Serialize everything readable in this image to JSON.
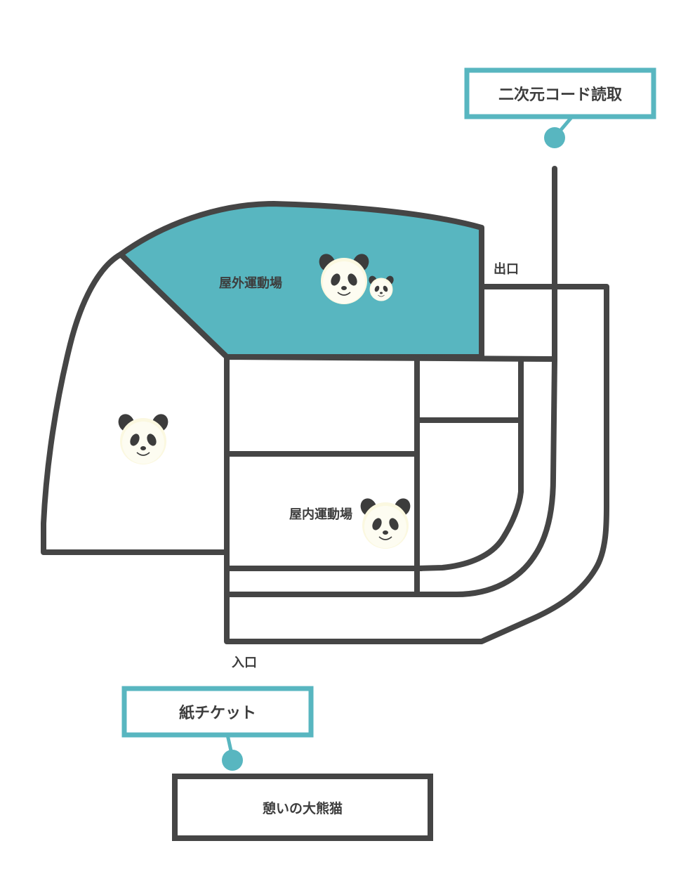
{
  "labels": {
    "qr_reader": "二次元コード読取",
    "outdoor_area": "屋外運動場",
    "exit": "出口",
    "indoor_area": "屋内運動場",
    "entrance": "入口",
    "paper_ticket": "紙チケット",
    "rest_panda": "憩いの大熊猫"
  },
  "icons": {
    "panda": "panda-face-icon",
    "pin": "map-pin-dot-icon"
  },
  "colors": {
    "teal": "#58b6c0",
    "line": "#454545",
    "panda_face": "#fbf8e0",
    "panda_ear": "#3c3c3c"
  }
}
